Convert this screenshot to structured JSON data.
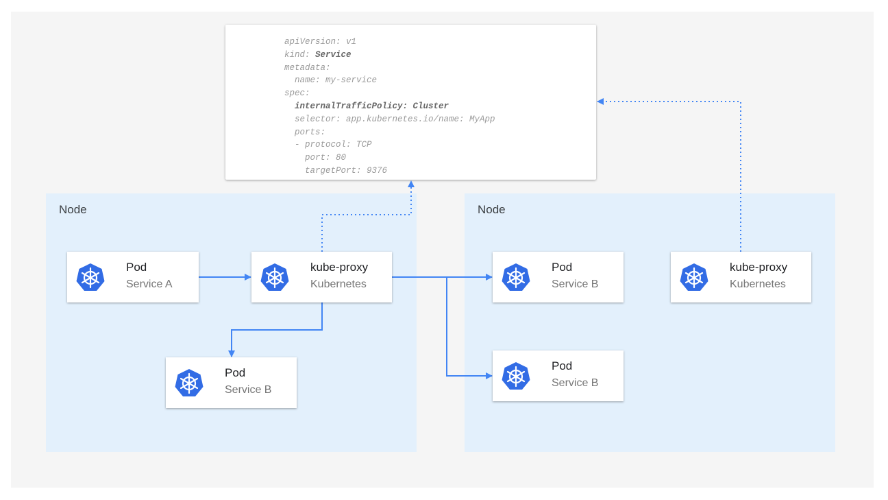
{
  "yaml": {
    "lines": [
      {
        "key": "apiVersion:",
        "value": " v1"
      },
      {
        "key": "kind:",
        "value": "Service",
        "bold": true
      },
      {
        "key": "metadata:",
        "value": ""
      },
      {
        "key": "  name:",
        "value": " my-service"
      },
      {
        "key": "spec:",
        "value": ""
      },
      {
        "key": "  internalTrafficPolicy:",
        "value": " Cluster",
        "bold": true
      },
      {
        "key": "  selector:",
        "value": " app.kubernetes.io/name: MyApp"
      },
      {
        "key": "  ports:",
        "value": ""
      },
      {
        "key": "  - protocol:",
        "value": " TCP"
      },
      {
        "key": "    port:",
        "value": " 80"
      },
      {
        "key": "    targetPort:",
        "value": " 9376"
      }
    ]
  },
  "nodes": [
    {
      "label": "Node"
    },
    {
      "label": "Node"
    }
  ],
  "cards": [
    {
      "title": "Pod",
      "subtitle": "Service A",
      "icon": "kubernetes-icon"
    },
    {
      "title": "kube-proxy",
      "subtitle": "Kubernetes",
      "icon": "kubernetes-icon"
    },
    {
      "title": "Pod",
      "subtitle": "Service B",
      "icon": "kubernetes-icon"
    },
    {
      "title": "Pod",
      "subtitle": "Service B",
      "icon": "kubernetes-icon"
    },
    {
      "title": "kube-proxy",
      "subtitle": "Kubernetes",
      "icon": "kubernetes-icon"
    },
    {
      "title": "Pod",
      "subtitle": "Service B",
      "icon": "kubernetes-icon"
    }
  ],
  "colors": {
    "accent": "#4285f4",
    "icon": "#326ce5",
    "node_bg": "#e3f0fc",
    "canvas_bg": "#f5f5f5"
  }
}
